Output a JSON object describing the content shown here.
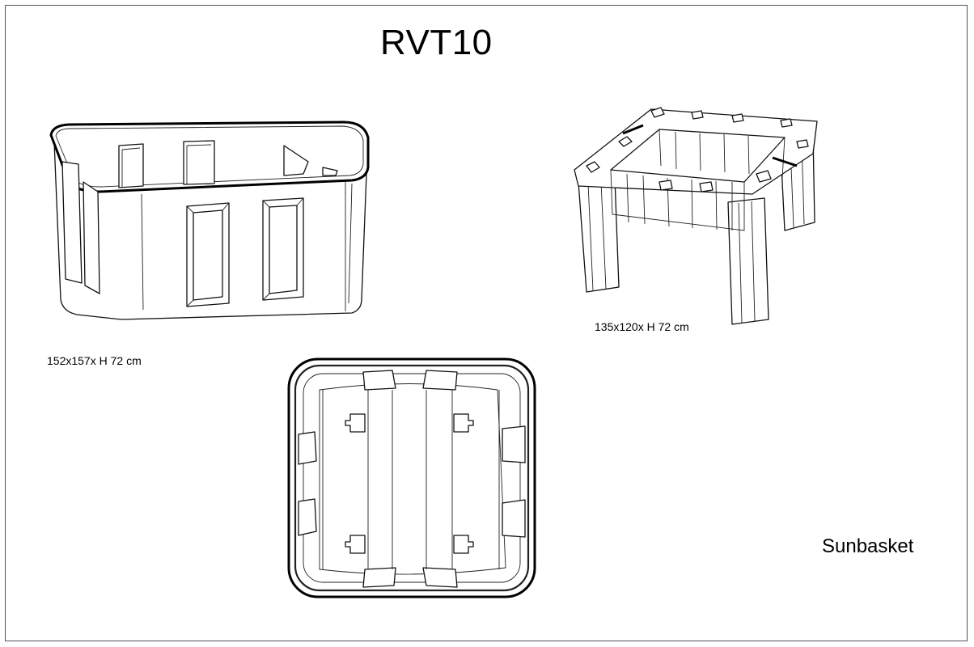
{
  "title": "RVT10",
  "views": {
    "tank": {
      "dimensions": "152x157x H 72 cm"
    },
    "stand": {
      "dimensions": "135x120x H 72 cm"
    },
    "top": {}
  },
  "brand": "Sunbasket"
}
